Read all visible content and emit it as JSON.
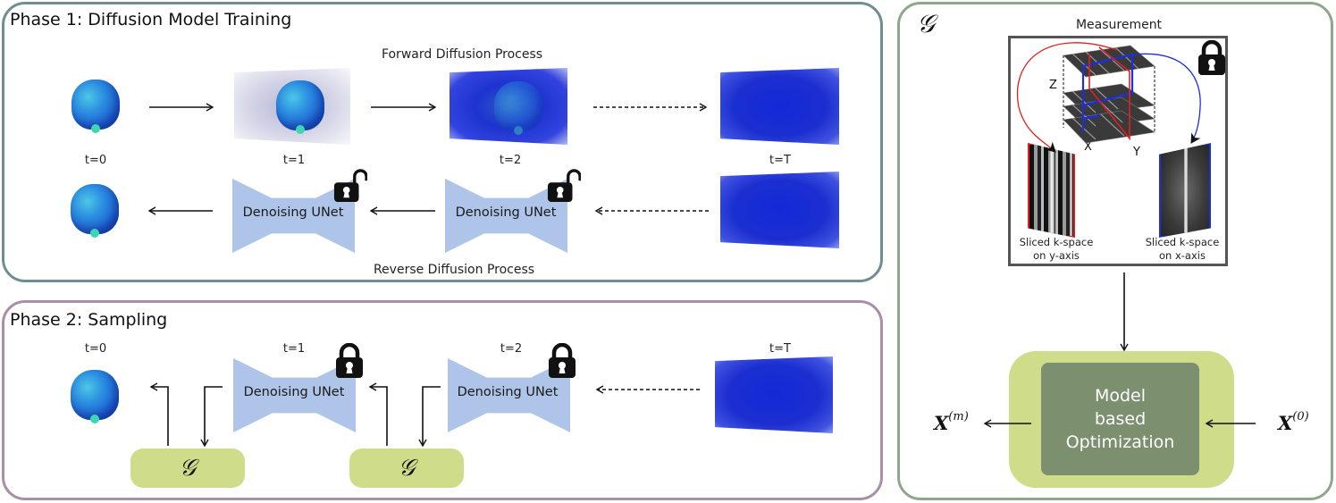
{
  "phase1": {
    "title": "Phase 1: Diffusion Model Training",
    "forward_label": "Forward Diffusion Process",
    "reverse_label": "Reverse Diffusion Process",
    "timesteps": [
      "t=0",
      "t=1",
      "t=2",
      "t=T"
    ],
    "unets": [
      {
        "label": "Denoising UNet",
        "lock": "unlocked"
      },
      {
        "label": "Denoising UNet",
        "lock": "unlocked"
      }
    ]
  },
  "phase2": {
    "title": "Phase 2: Sampling",
    "timesteps": [
      "t=0",
      "t=1",
      "t=2",
      "t=T"
    ],
    "unets": [
      {
        "label": "Denoising UNet",
        "lock": "locked"
      },
      {
        "label": "Denoising UNet",
        "lock": "locked"
      }
    ],
    "g_blocks": [
      "𝒢",
      "𝒢"
    ]
  },
  "g_panel": {
    "symbol": "𝒢",
    "measurement_title": "Measurement",
    "axis_labels": {
      "z": "Z",
      "x": "X",
      "y": "Y"
    },
    "slice_y": {
      "line1": "Sliced k-space",
      "line2": "on y-axis"
    },
    "slice_x": {
      "line1": "Sliced k-space",
      "line2": "on x-axis"
    },
    "optimization": {
      "line1": "Model",
      "line2": "based",
      "line3": "Optimization"
    },
    "output_var": {
      "base": "X",
      "sup": "(m)"
    },
    "input_var": {
      "base": "X",
      "sup": "(0)"
    }
  },
  "colors": {
    "phase1_border": "#6f8d93",
    "phase2_border": "#a98ea7",
    "g_panel_border": "#8fa88c",
    "unet_fill": "#aec4e8",
    "g_box_fill": "#cfdd8a",
    "optimization_fill": "#7c8f6e",
    "slice_y_color": "#e02020",
    "slice_x_color": "#1c2fe0"
  }
}
